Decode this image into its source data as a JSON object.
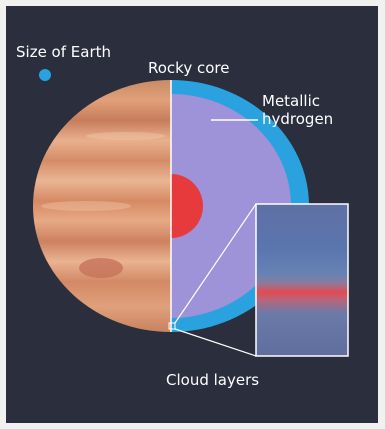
{
  "labels": {
    "earth_size": "Size of Earth",
    "rocky_core": "Rocky core",
    "metallic_hydrogen_1": "Metallic",
    "metallic_hydrogen_2": "hydrogen",
    "cloud_layers": "Cloud layers"
  },
  "colors": {
    "background": "#2b2e3d",
    "earth": "#2aa2df",
    "mantle": "#9e92d9",
    "outer_layer": "#2aa2df",
    "core": "#e73a3c",
    "jupiter_band": "#d7926a"
  }
}
